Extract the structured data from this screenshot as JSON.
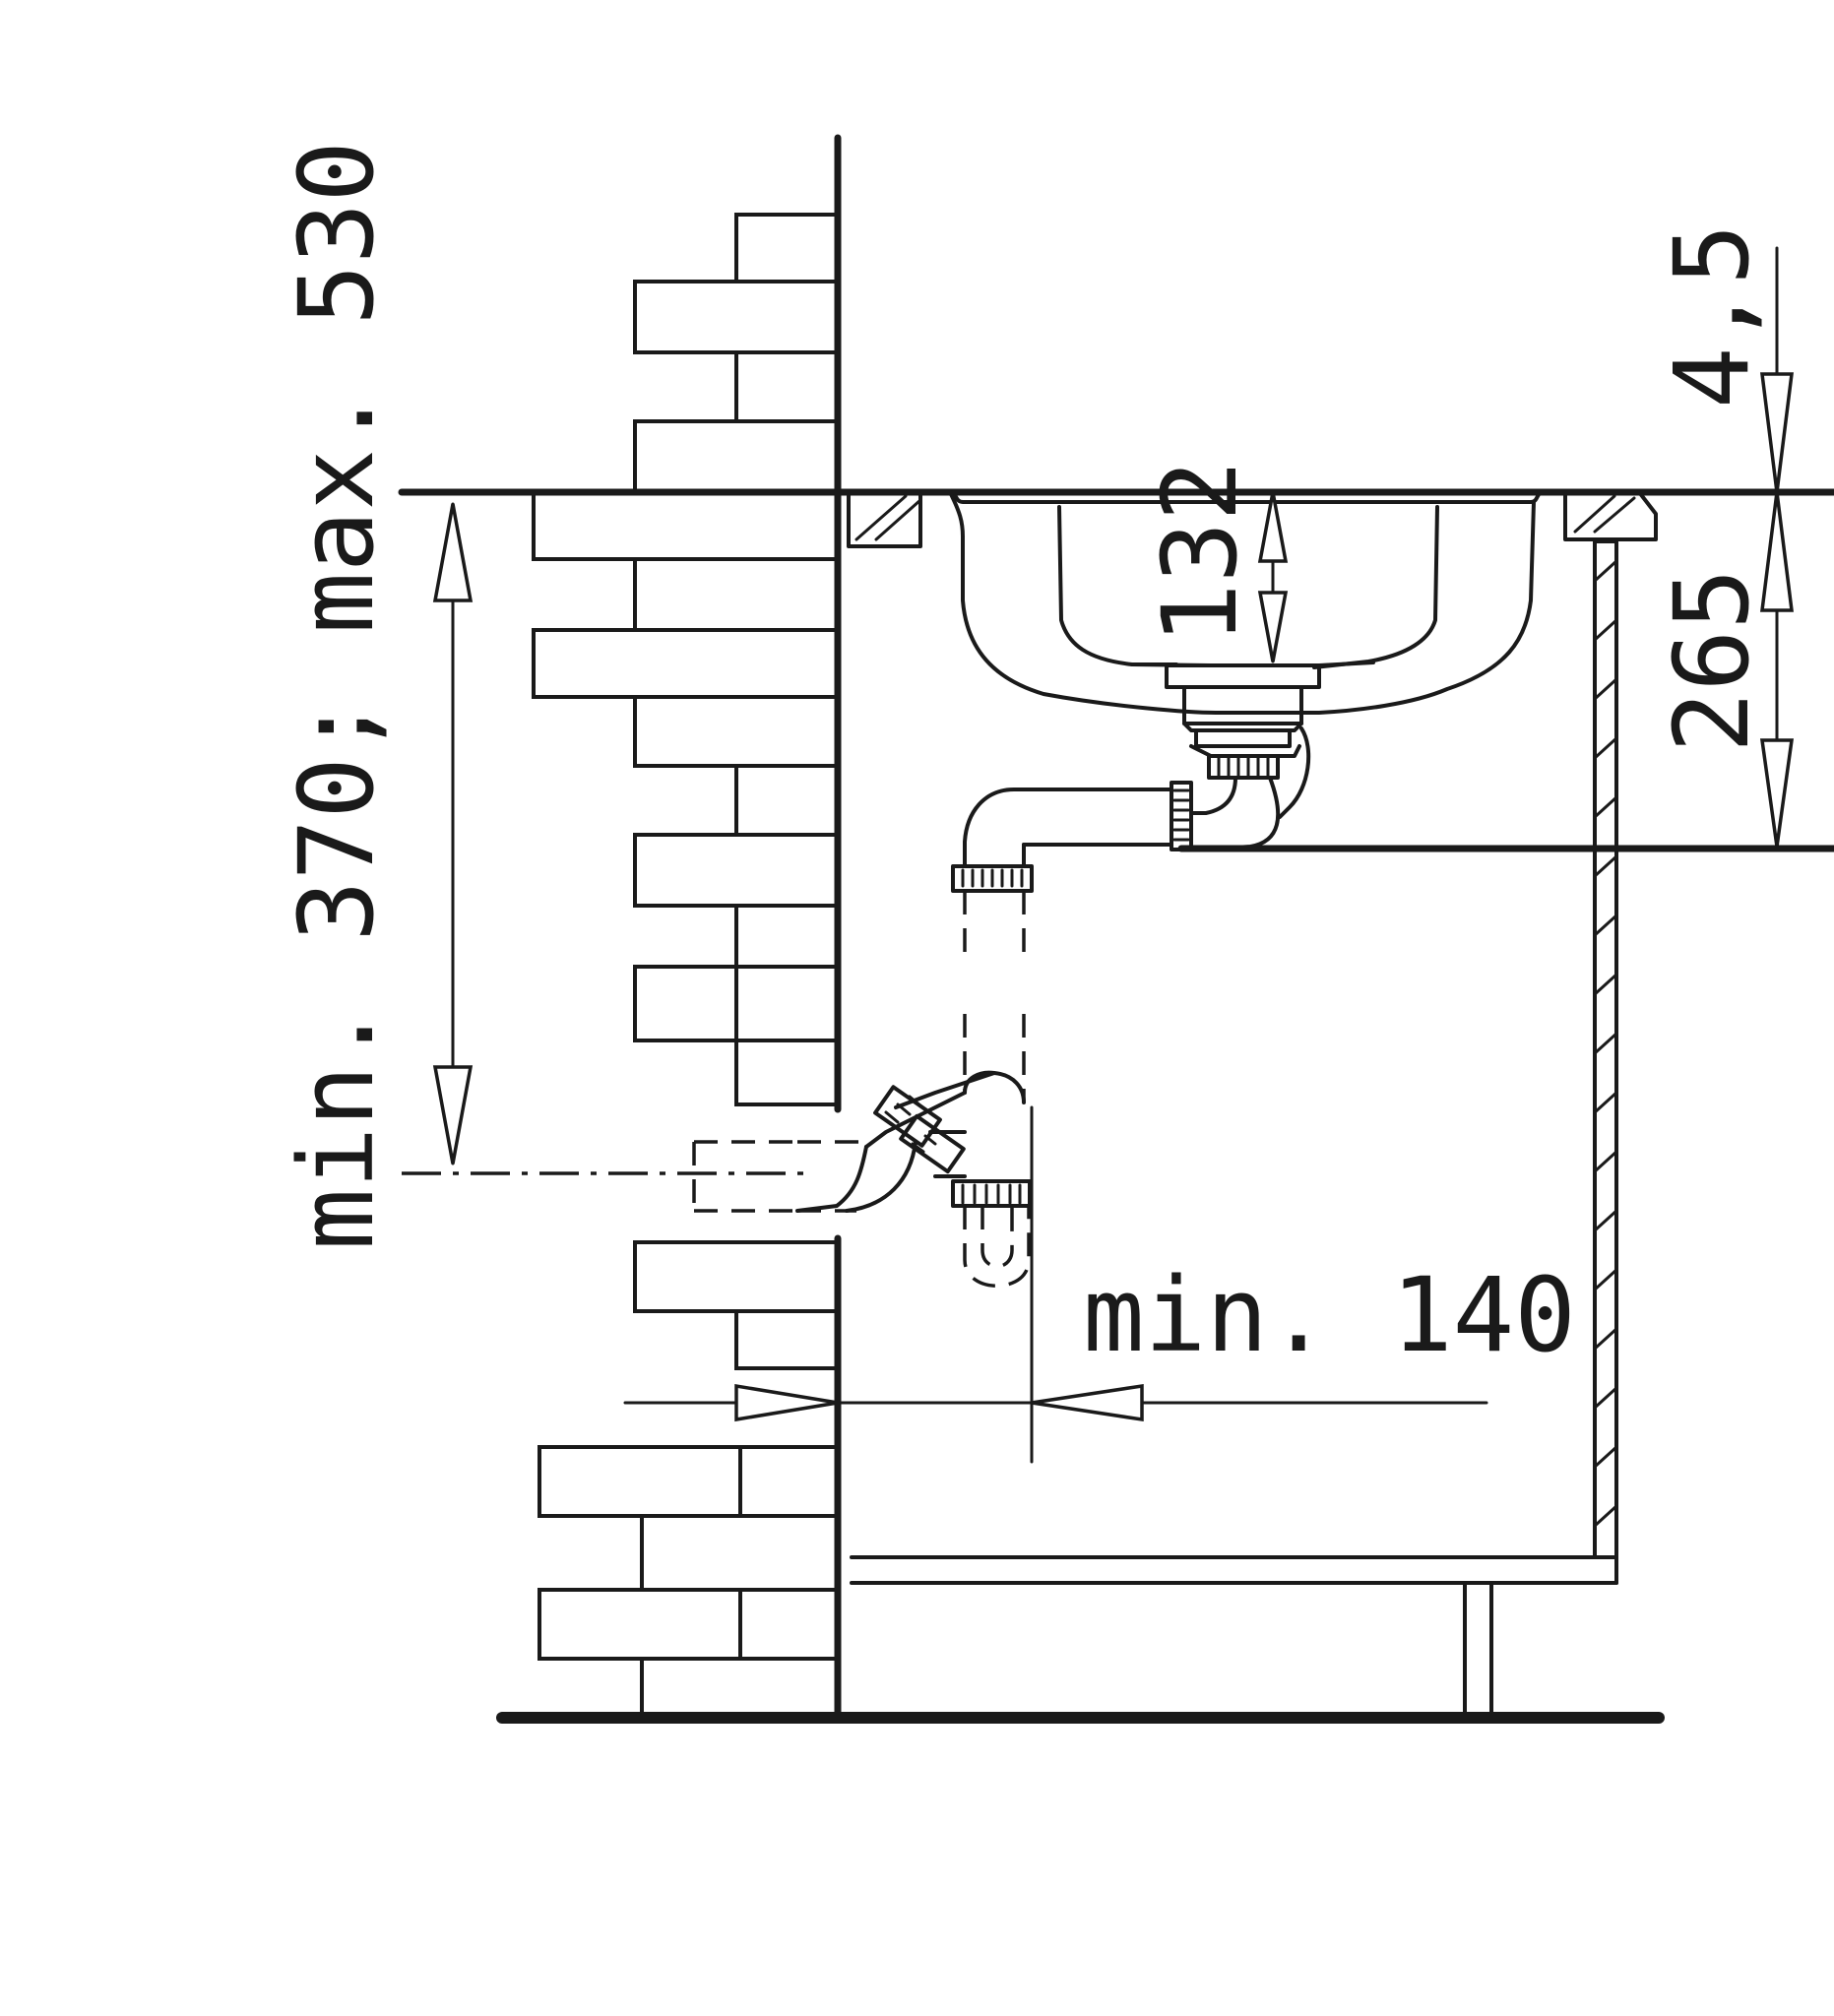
{
  "diagram": {
    "labels": {
      "sink_depth": "132",
      "worktop_thickness": "4,5",
      "drain_height": "265",
      "outlet_height": "min. 370; max. 530",
      "wall_clearance": "min. 140"
    }
  }
}
